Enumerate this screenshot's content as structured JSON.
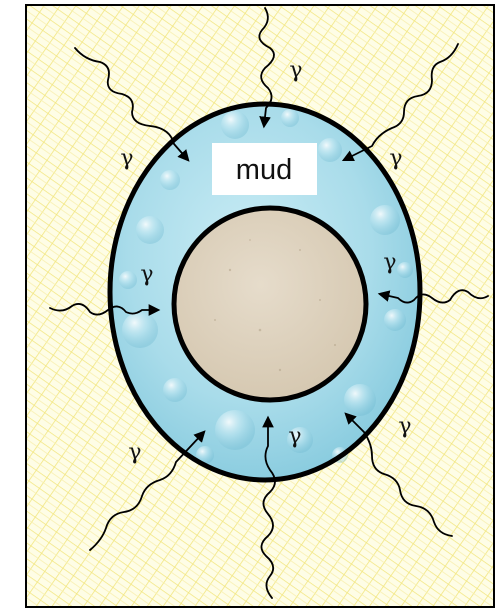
{
  "label": {
    "mud": "mud"
  },
  "rays": [
    {
      "id": "top",
      "symbol": "γ"
    },
    {
      "id": "top-left",
      "symbol": "γ"
    },
    {
      "id": "top-right",
      "symbol": "γ"
    },
    {
      "id": "left",
      "symbol": "γ"
    },
    {
      "id": "right",
      "symbol": "γ"
    },
    {
      "id": "bottom-left",
      "symbol": "γ"
    },
    {
      "id": "bottom",
      "symbol": "γ"
    },
    {
      "id": "bottom-right",
      "symbol": "γ"
    }
  ],
  "colors": {
    "formation_background": "#fefde6",
    "formation_hatch": "#f2e680",
    "mud_layer": "#a9dcea",
    "core": "#ddd1bd",
    "outline": "#000000"
  }
}
